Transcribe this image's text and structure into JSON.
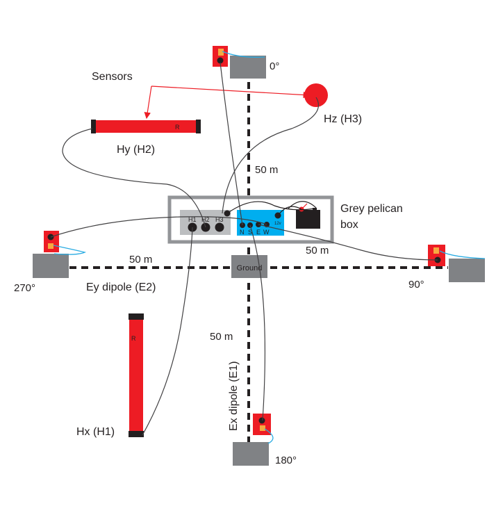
{
  "labels": {
    "sensors": "Sensors",
    "hy": "Hy (H2)",
    "hz": "Hz (H3)",
    "hx": "Hx (H1)",
    "box_line1": "Grey pelican",
    "box_line2": "box",
    "dist_north": "50 m",
    "dist_west": "50 m",
    "dist_east": "50 m",
    "dist_south": "50 m",
    "ground": "Ground",
    "deg_0": "0°",
    "deg_90": "90°",
    "deg_180": "180°",
    "deg_270": "270°",
    "ey_dipole": "Ey dipole (E2)",
    "ex_dipole": "Ex dipole (E1)",
    "port_h1": "H1",
    "port_h2": "H2",
    "port_h3": "H3",
    "port_n": "N",
    "port_s": "S",
    "port_e": "E",
    "port_w": "W",
    "port_12v": "12v"
  },
  "colors": {
    "sensor_red": "#ed1c24",
    "electrode_orange": "#f7a941",
    "pad_grey": "#808285",
    "box_grey": "#939598",
    "panel_grey": "#bcbec0",
    "panel_blue": "#00aeef",
    "cable_blue": "#29abe2",
    "ink": "#231f20"
  }
}
